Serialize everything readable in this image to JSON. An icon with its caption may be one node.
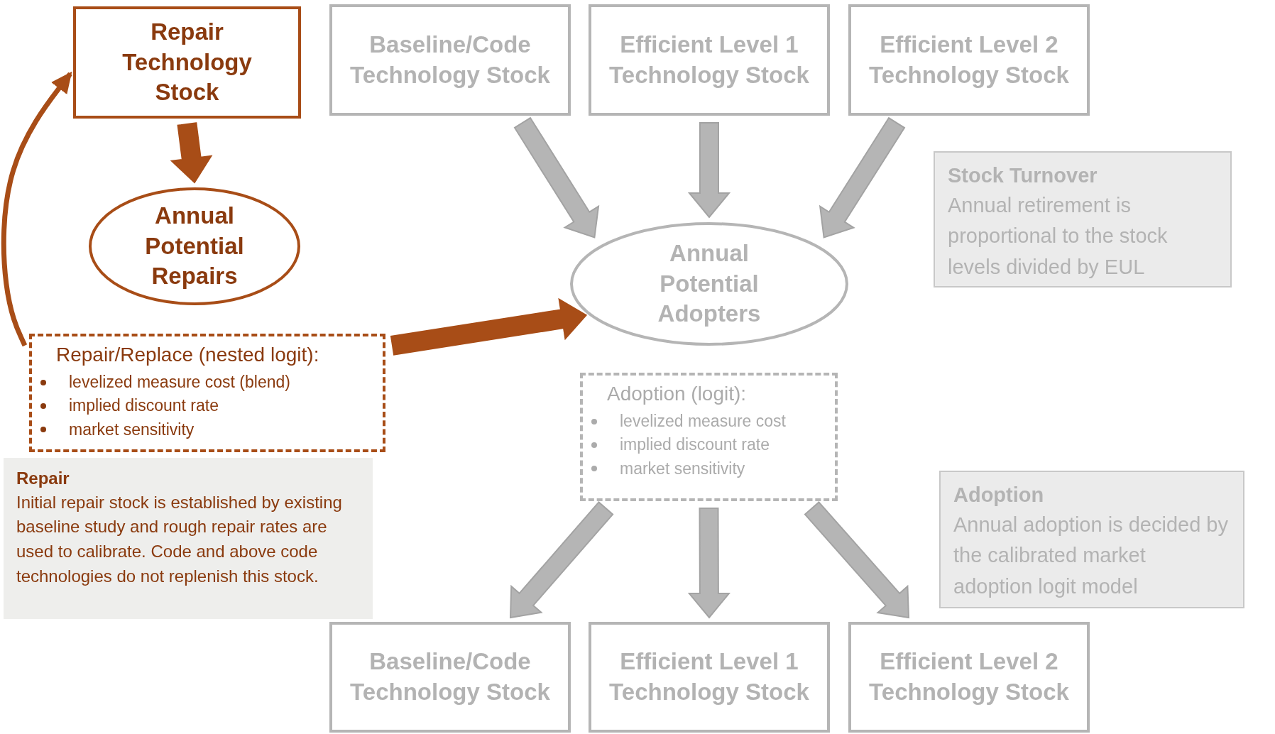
{
  "diagram": {
    "nodes": [
      {
        "text": [
          "Repair Technology Stock"
        ]
      },
      {
        "text": [
          "Baseline/Code Technology Stock"
        ]
      },
      {
        "text": [
          "Efficient Level 1 Technology Stock"
        ]
      },
      {
        "text": [
          "Efficient Level 2 Technology Stock"
        ]
      },
      {
        "text": [
          "Stock Turnover",
          "Annual retirement is proportional to the stock levels divided by EUL"
        ]
      },
      {
        "text": [
          "Annual Potential Repairs"
        ]
      },
      {
        "text": [
          "Annual Potential Adopters"
        ]
      },
      {
        "text": [
          "Repair/Replace (nested logit):",
          "levelized measure cost (blend)",
          "implied discount rate",
          "market sensitivity"
        ]
      },
      {
        "text": [
          "Adoption (logit):",
          "levelized measure cost",
          "implied discount rate",
          "market sensitivity"
        ]
      },
      {
        "text": [
          "Repair",
          "Initial repair stock is established by existing baseline study and rough repair rates are used to calibrate. Code and above code technologies do not replenish this stock."
        ]
      },
      {
        "text": [
          "Adoption",
          "Annual adoption is decided by the calibrated market adoption logit model"
        ]
      },
      {
        "text": [
          "Baseline/Code Technology Stock"
        ]
      },
      {
        "text": [
          "Efficient Level 1 Technology Stock"
        ]
      },
      {
        "text": [
          "Efficient Level 2 Technology Stock"
        ]
      }
    ],
    "edges": [
      {
        "from": 0,
        "to": 5,
        "arrow": "to",
        "color": "#a84d17"
      },
      {
        "from": 7,
        "to": 0,
        "arrow": "to",
        "color": "#a84d17"
      },
      {
        "from": 7,
        "to": 6,
        "arrow": "to",
        "color": "#a84d17"
      },
      {
        "from": 1,
        "to": 6,
        "arrow": "to"
      },
      {
        "from": 2,
        "to": 6,
        "arrow": "to"
      },
      {
        "from": 3,
        "to": 6,
        "arrow": "to"
      },
      {
        "from": 8,
        "to": 11,
        "arrow": "to"
      },
      {
        "from": 8,
        "to": 12,
        "arrow": "to"
      },
      {
        "from": 8,
        "to": 13,
        "arrow": "to"
      }
    ]
  }
}
